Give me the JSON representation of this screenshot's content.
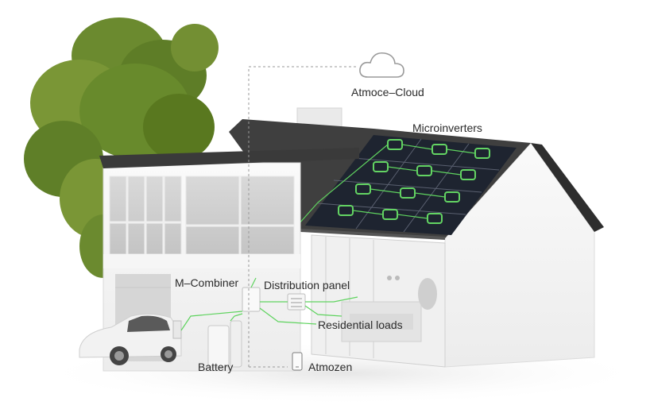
{
  "labels": {
    "cloud": "Atmoce–Cloud",
    "microinverters": "Microinverters",
    "combiner": "M–Combiner",
    "distribution_panel": "Distribution panel",
    "residential_loads": "Residential loads",
    "battery": "Battery",
    "app": "Atmozen"
  },
  "colors": {
    "power_line": "#5fd35f",
    "data_line": "#9a9a9a",
    "roof": "#4a4a4a",
    "solar_panel": "#1e2430",
    "microinverter_outline": "#63d463",
    "tree": "#6b8a2f",
    "wall": "#f4f4f4"
  }
}
